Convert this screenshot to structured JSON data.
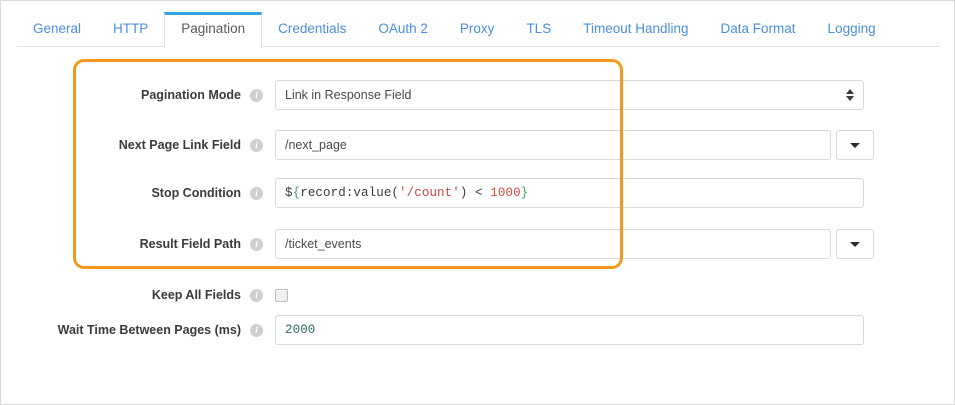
{
  "tabs": [
    {
      "label": "General",
      "active": false
    },
    {
      "label": "HTTP",
      "active": false
    },
    {
      "label": "Pagination",
      "active": true
    },
    {
      "label": "Credentials",
      "active": false
    },
    {
      "label": "OAuth 2",
      "active": false
    },
    {
      "label": "Proxy",
      "active": false
    },
    {
      "label": "TLS",
      "active": false
    },
    {
      "label": "Timeout Handling",
      "active": false
    },
    {
      "label": "Data Format",
      "active": false
    },
    {
      "label": "Logging",
      "active": false
    }
  ],
  "form": {
    "pagination_mode": {
      "label": "Pagination Mode",
      "value": "Link in Response Field",
      "control": "select",
      "info": "i"
    },
    "next_page_link_field": {
      "label": "Next Page Link Field",
      "value": "/next_page",
      "control": "combo",
      "info": "i"
    },
    "stop_condition": {
      "label": "Stop Condition",
      "control": "expression",
      "info": "i",
      "value": "${record:value('/count') < 1000}",
      "tokens": [
        {
          "text": "$",
          "cls": "c-plain"
        },
        {
          "text": "{",
          "cls": "c-brace"
        },
        {
          "text": "record:value(",
          "cls": "c-plain"
        },
        {
          "text": "'/count'",
          "cls": "c-str"
        },
        {
          "text": ") < ",
          "cls": "c-plain"
        },
        {
          "text": "1000",
          "cls": "c-num"
        },
        {
          "text": "}",
          "cls": "c-brace"
        }
      ]
    },
    "result_field_path": {
      "label": "Result Field Path",
      "value": "/ticket_events",
      "control": "combo",
      "info": "i"
    },
    "keep_all_fields": {
      "label": "Keep All Fields",
      "control": "checkbox",
      "checked": false,
      "info": "i"
    },
    "wait_time_between_pages": {
      "label": "Wait Time Between Pages (ms)",
      "control": "text",
      "value": "2000",
      "info": "i"
    }
  },
  "annotation": {
    "highlight_color": "#f39a1c",
    "shape": "rounded-rectangle"
  },
  "colors": {
    "tab_link": "#4a8fe0",
    "tab_active_underline": "#2fa8e1",
    "label": "#3b3b3b",
    "field_border": "#d9d9d9",
    "highlight": "#f39a1c"
  }
}
